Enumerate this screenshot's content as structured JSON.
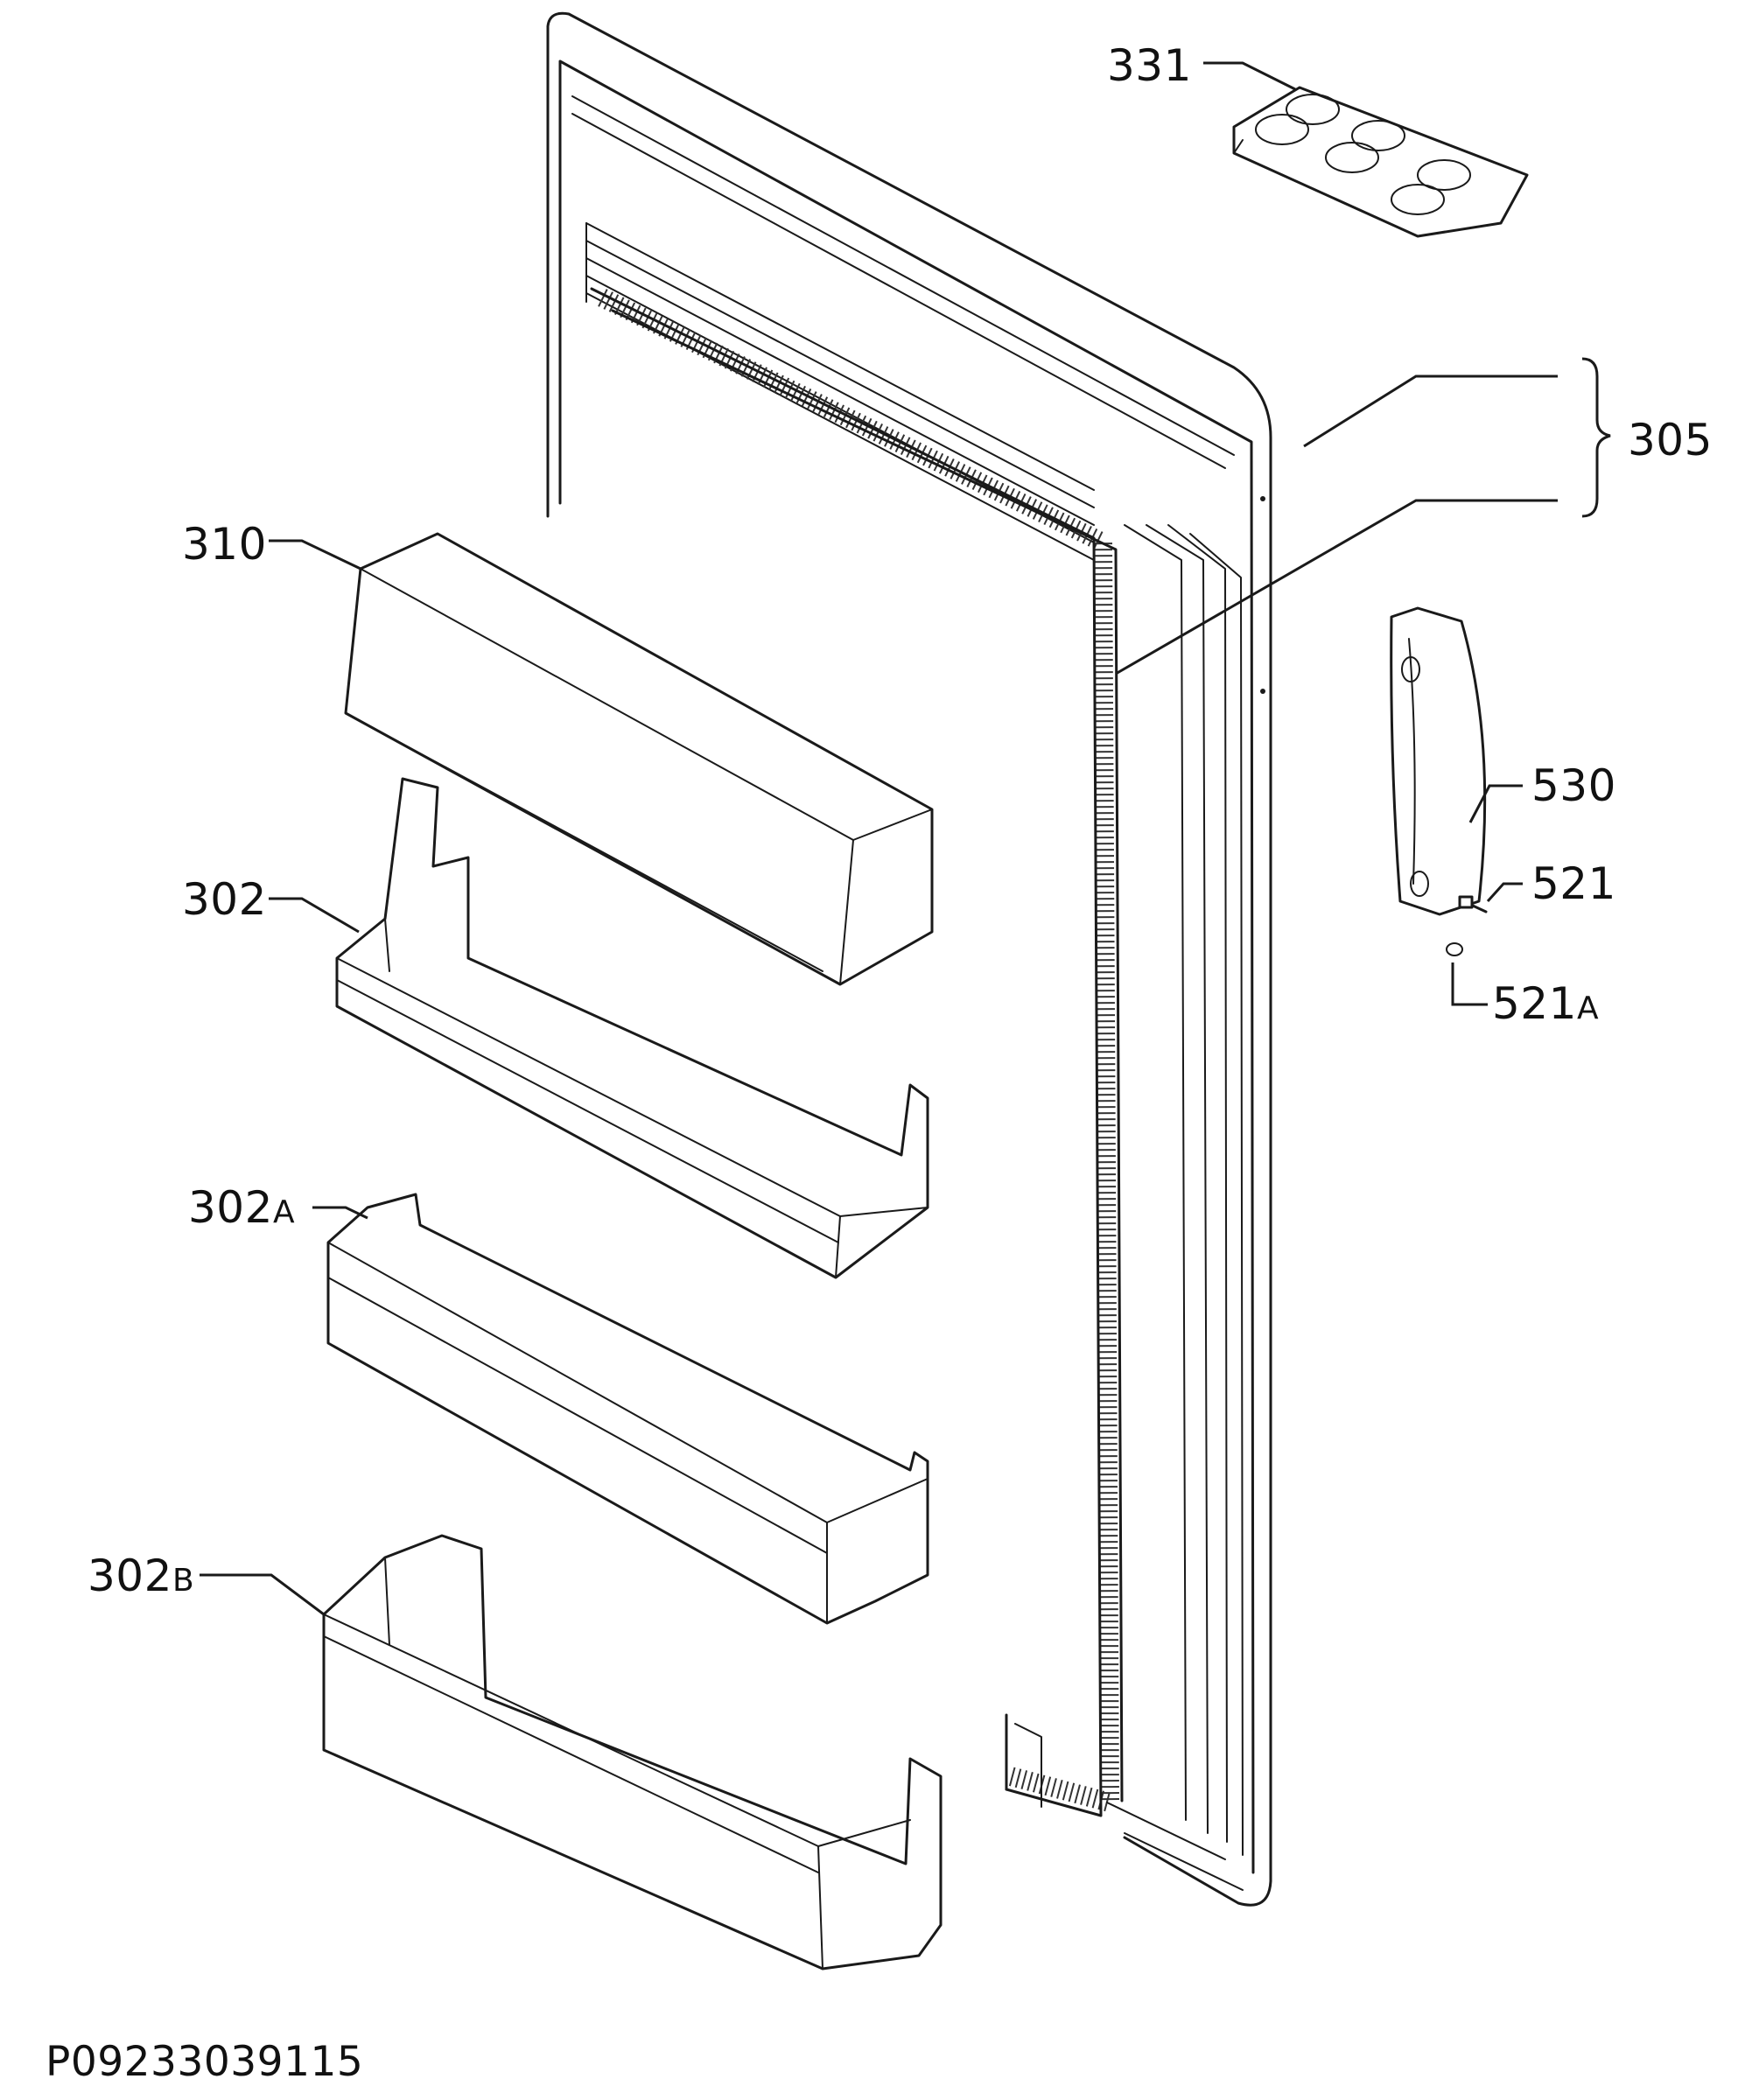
{
  "document_code": "P09233039115",
  "parts": {
    "p331": "331",
    "p305": "305",
    "p310": "310",
    "p302": "302",
    "p302a_main": "302",
    "p302a_suffix": "A",
    "p302b_main": "302",
    "p302b_suffix": "B",
    "p530": "530",
    "p521": "521",
    "p521a_main": "521",
    "p521a_suffix": "A"
  }
}
